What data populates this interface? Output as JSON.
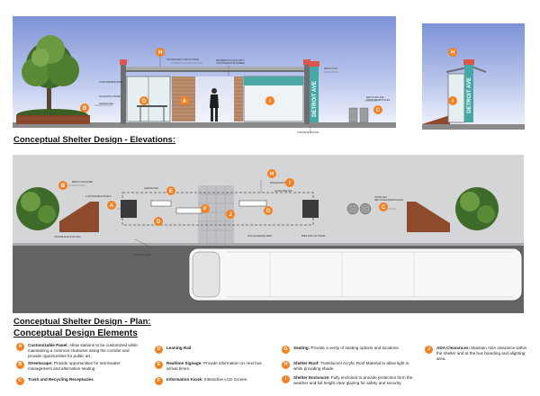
{
  "titles": {
    "elevations": "Conceptual Shelter Design - Elevations:",
    "plan": "Conceptual Shelter Design - Plan:",
    "elements": "Conceptual Design Elements"
  },
  "sign_text": "DETROIT AVE",
  "colors": {
    "accent": "#f58020",
    "glass": "#c9e4e6",
    "sign": "#45a8a4",
    "wood": "#b5876a"
  },
  "legend": [
    {
      "letter": "A",
      "title": "Customizable Panel:",
      "text": " Allow stations to be customized while maintaining a common character along the corridor and provide opportunities for public art."
    },
    {
      "letter": "B",
      "title": "Streetscape:",
      "text": " Provide opportunities for stormwater management and alternative seating."
    },
    {
      "letter": "C",
      "title": "Trash and Recycling Receptacles",
      "text": ""
    },
    {
      "letter": "D",
      "title": "Leaning Rail",
      "text": ""
    },
    {
      "letter": "E",
      "title": "Realtime Signage:",
      "text": " Provide information on next bus arrival times."
    },
    {
      "letter": "F",
      "title": "Information Kiosk:",
      "text": " Interactive LCD Screen."
    },
    {
      "letter": "G",
      "title": "Seating:",
      "text": " Provide a verity of seating options and locations."
    },
    {
      "letter": "H",
      "title": "Shelter Roof:",
      "text": " Translucent Acrylic Roof Material to allow light in while providing shade."
    },
    {
      "letter": "I",
      "title": "Shelter Enclosure:",
      "text": " Fully enclosed to provide protection form the weather and full height clear glazing for safety and security."
    },
    {
      "letter": "J",
      "title": "ADA Clearances:",
      "text": " Maintain ADA clearance within the shelter and at the bus boarding and alighting area."
    }
  ],
  "callouts": {
    "elev_main": [
      "H",
      "A",
      "D",
      "I",
      "C",
      "B"
    ],
    "elev_side": [
      "H",
      "I"
    ],
    "plan": [
      "B",
      "A",
      "E",
      "D",
      "F",
      "J",
      "G",
      "H",
      "I",
      "C"
    ]
  }
}
